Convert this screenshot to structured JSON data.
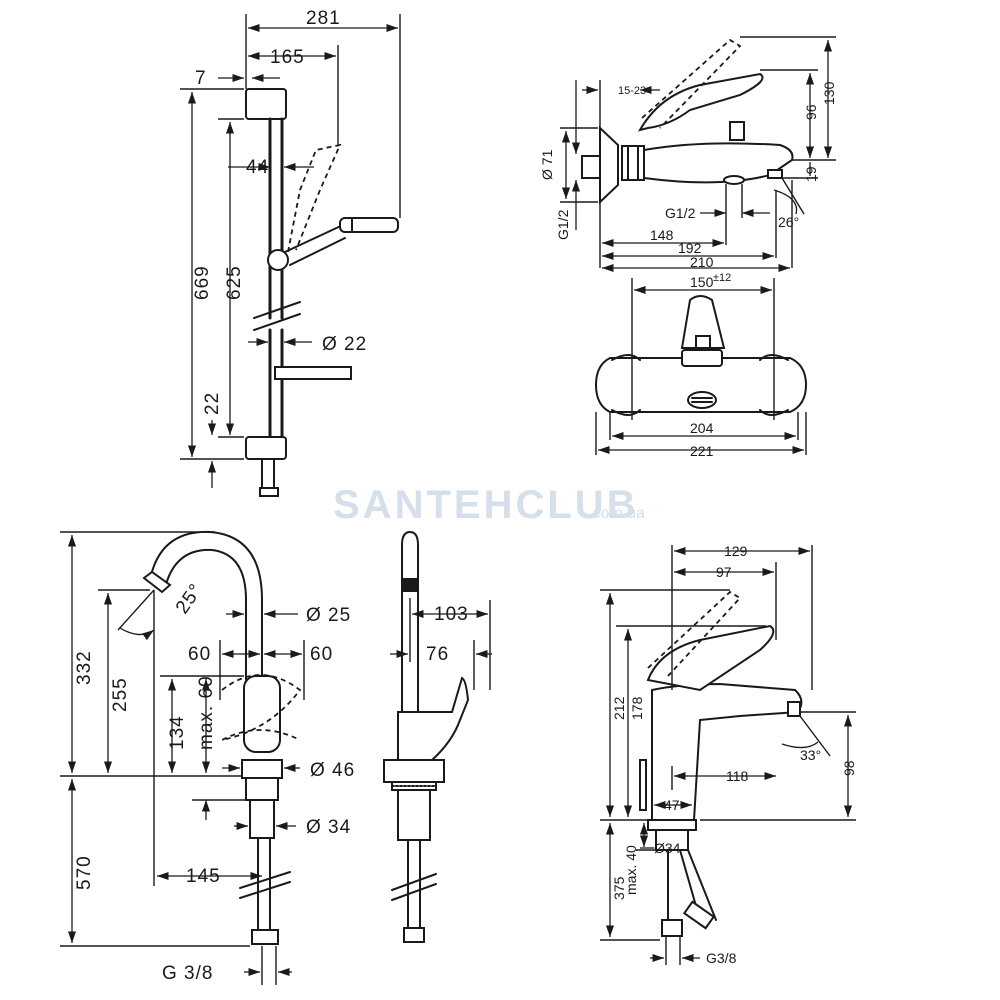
{
  "watermark": {
    "brand": "SANTEHCLUB",
    "domain": ".com.ua"
  },
  "shower_rail": {
    "dims": {
      "width_total": "281",
      "width_head": "165",
      "offset": "7",
      "head_gap": "44",
      "height_total": "669",
      "height_rail": "625",
      "bottom": "22",
      "rail_diameter": "Ø 22"
    }
  },
  "bath_mixer_side": {
    "dims": {
      "range": "15-23",
      "height_total": "130",
      "height_lever": "96",
      "spout_drop": "19",
      "wall_diameter": "Ø 71",
      "wall_thread": "G1/2",
      "outlet_thread": "G1/2",
      "angle": "26°",
      "len_a": "148",
      "len_b": "192",
      "len_c": "210"
    }
  },
  "bath_mixer_front": {
    "dims": {
      "centers": "150",
      "centers_tol": "±12",
      "width_inner": "204",
      "width_total": "221"
    }
  },
  "kitchen_mixer_front": {
    "dims": {
      "height_total": "332",
      "height_spout": "255",
      "angle": "25°",
      "spout_diameter": "Ø 25",
      "left_60": "60",
      "right_60": "60",
      "max_60": "max. 60",
      "lever_h": "134",
      "base_diameter": "Ø 46",
      "shank_diameter": "Ø 34",
      "below_deck": "570",
      "reach": "145",
      "thread": "G 3/8"
    }
  },
  "kitchen_mixer_side": {
    "dims": {
      "reach_total": "103",
      "reach_lever": "76"
    }
  },
  "basin_mixer": {
    "dims": {
      "len_total": "129",
      "len_lever": "97",
      "height_total": "212",
      "height_lever": "178",
      "angle": "33°",
      "spout_height": "98",
      "spout_reach": "118",
      "base": "47",
      "max_40": "max. 40",
      "shank_diameter": "Ø34",
      "below_deck": "375",
      "thread": "G3/8"
    }
  }
}
